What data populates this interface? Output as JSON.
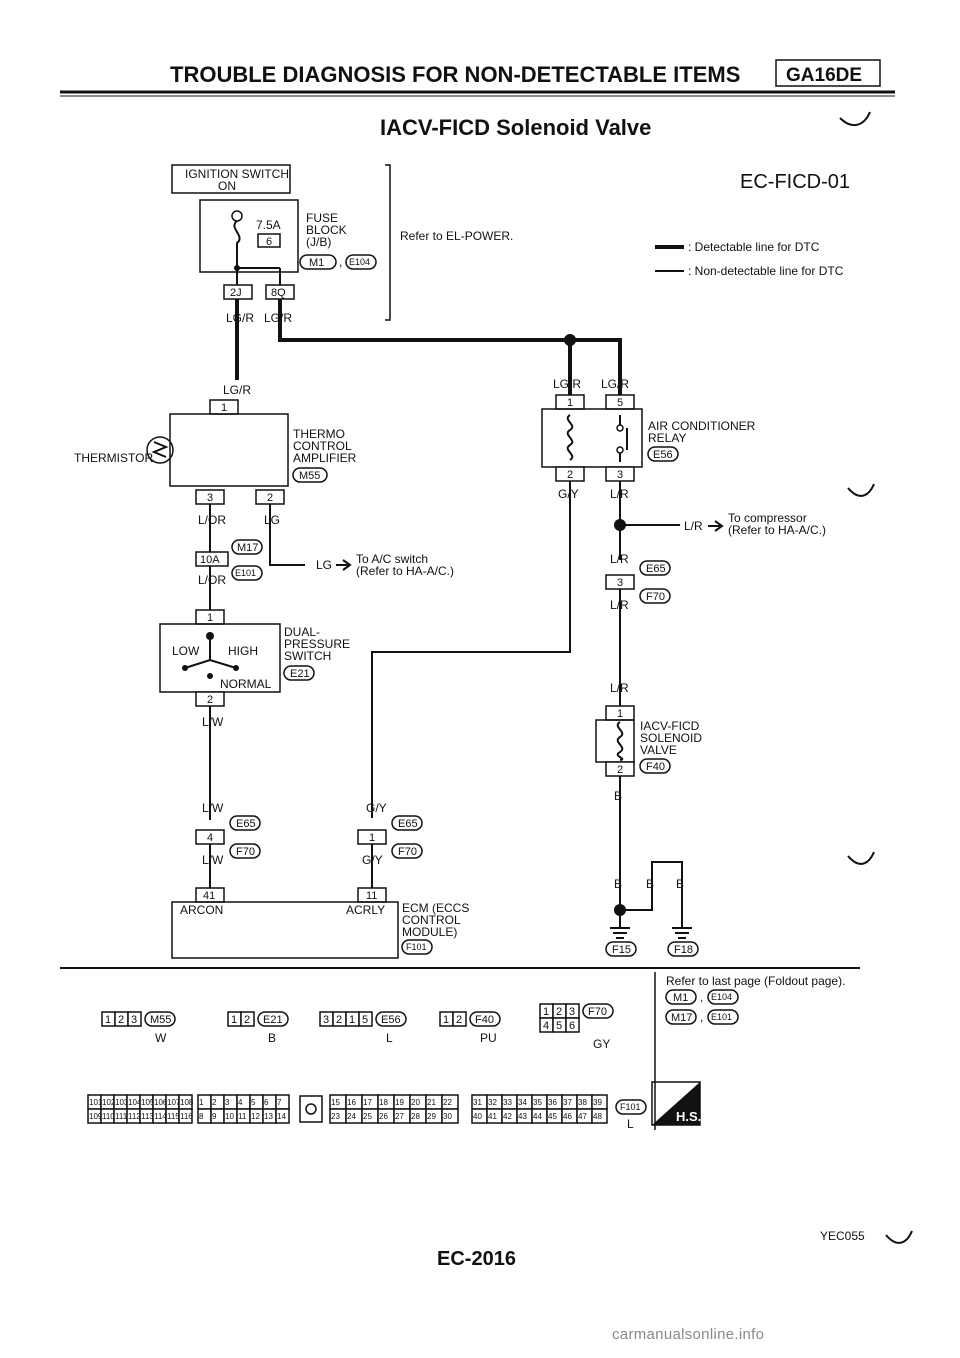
{
  "header": {
    "title": "TROUBLE DIAGNOSIS FOR NON-DETECTABLE ITEMS",
    "engine_badge": "GA16DE"
  },
  "diagram": {
    "title": "IACV-FICD Solenoid Valve",
    "code": "EC-FICD-01",
    "legend": {
      "detectable": ": Detectable line for DTC",
      "non_detectable": ": Non-detectable line for DTC"
    },
    "ignition_switch": [
      "IGNITION SWITCH",
      "ON"
    ],
    "fuse": {
      "amp": "7.5A",
      "number": "6",
      "label": [
        "FUSE",
        "BLOCK",
        "(J/B)"
      ],
      "connectors": [
        "M1",
        "E104"
      ],
      "terminals": [
        "2J",
        "8Q"
      ]
    },
    "refer_power": "Refer to EL-POWER.",
    "wire_colors": {
      "lgr": "LG/R",
      "lor": "L/OR",
      "lg": "LG",
      "gy": "G/Y",
      "lr": "L/R",
      "lw": "L/W",
      "b": "B"
    },
    "thermo_amp": {
      "label": [
        "THERMO",
        "CONTROL",
        "AMPLIFIER"
      ],
      "connector": "M55",
      "thermistor": "THERMISTOR",
      "pins": [
        "1",
        "3",
        "2"
      ]
    },
    "ac_relay": {
      "label": [
        "AIR CONDITIONER",
        "RELAY"
      ],
      "connector": "E56",
      "pins": [
        "1",
        "5",
        "2",
        "3"
      ]
    },
    "compressor_ref": [
      "To compressor",
      "(Refer to HA-A/C.)"
    ],
    "ac_switch_ref": [
      "To A/C switch",
      "(Refer to HA-A/C.)"
    ],
    "joint_m17": {
      "pin": "10A",
      "connectors": [
        "M17",
        "E101"
      ]
    },
    "joint_e65_lr": {
      "pin": "3",
      "connectors": [
        "E65",
        "F70"
      ]
    },
    "dual_pressure": {
      "label": [
        "DUAL-",
        "PRESSURE",
        "SWITCH"
      ],
      "connector": "E21",
      "positions": [
        "LOW",
        "HIGH",
        "NORMAL"
      ],
      "pins": [
        "1",
        "2"
      ]
    },
    "iacv": {
      "label": [
        "IACV-FICD",
        "SOLENOID",
        "VALVE"
      ],
      "connector": "F40",
      "pins": [
        "1",
        "2"
      ]
    },
    "joint_lw": {
      "pin": "4",
      "connectors": [
        "E65",
        "F70"
      ]
    },
    "joint_gy": {
      "pin": "1",
      "connectors": [
        "E65",
        "F70"
      ]
    },
    "ecm": {
      "label": [
        "ECM (ECCS",
        "CONTROL",
        "MODULE)"
      ],
      "connector": "F101",
      "pins": [
        "41",
        "11"
      ],
      "terminals": [
        "ARCON",
        "ACRLY"
      ]
    },
    "grounds": [
      "F15",
      "F18"
    ]
  },
  "connector_views": {
    "refer_note": "Refer to last page (Foldout page).",
    "refer_pairs": [
      [
        "M1",
        "E104"
      ],
      [
        "M17",
        "E101"
      ]
    ],
    "small": [
      {
        "id": "M55",
        "color": "W",
        "cells": [
          "1",
          "2",
          "3"
        ]
      },
      {
        "id": "E21",
        "color": "B",
        "cells": [
          "1",
          "2"
        ]
      },
      {
        "id": "E56",
        "color": "L",
        "cells": [
          "3",
          "2",
          "1",
          "5"
        ]
      },
      {
        "id": "F40",
        "color": "PU",
        "cells": [
          "1",
          "2"
        ]
      },
      {
        "id": "F70",
        "color": "GY",
        "cells": [
          "1",
          "2",
          "3",
          "4",
          "5",
          "6"
        ]
      }
    ],
    "ecm": {
      "id": "F101",
      "color": "L",
      "group1_top": [
        "101",
        "102",
        "103",
        "104",
        "105",
        "106",
        "107",
        "108"
      ],
      "group1_bottom": [
        "109",
        "110",
        "111",
        "112",
        "113",
        "114",
        "115",
        "116"
      ],
      "group2_top": [
        "1",
        "2",
        "3",
        "4",
        "5",
        "6",
        "7"
      ],
      "group2_bottom": [
        "8",
        "9",
        "10",
        "11",
        "12",
        "13",
        "14"
      ],
      "group3_top": [
        "15",
        "16",
        "17",
        "18",
        "19",
        "20",
        "21",
        "22"
      ],
      "group3_bottom": [
        "23",
        "24",
        "25",
        "26",
        "27",
        "28",
        "29",
        "30"
      ],
      "group4_top": [
        "31",
        "32",
        "33",
        "34",
        "35",
        "36",
        "37",
        "38",
        "39"
      ],
      "group4_bottom": [
        "40",
        "41",
        "42",
        "43",
        "44",
        "45",
        "46",
        "47",
        "48"
      ],
      "hs_badge": "H.S."
    }
  },
  "footer": {
    "figure_id": "YEC055",
    "page": "EC-2016",
    "watermark": "carmanualsonline.info"
  }
}
